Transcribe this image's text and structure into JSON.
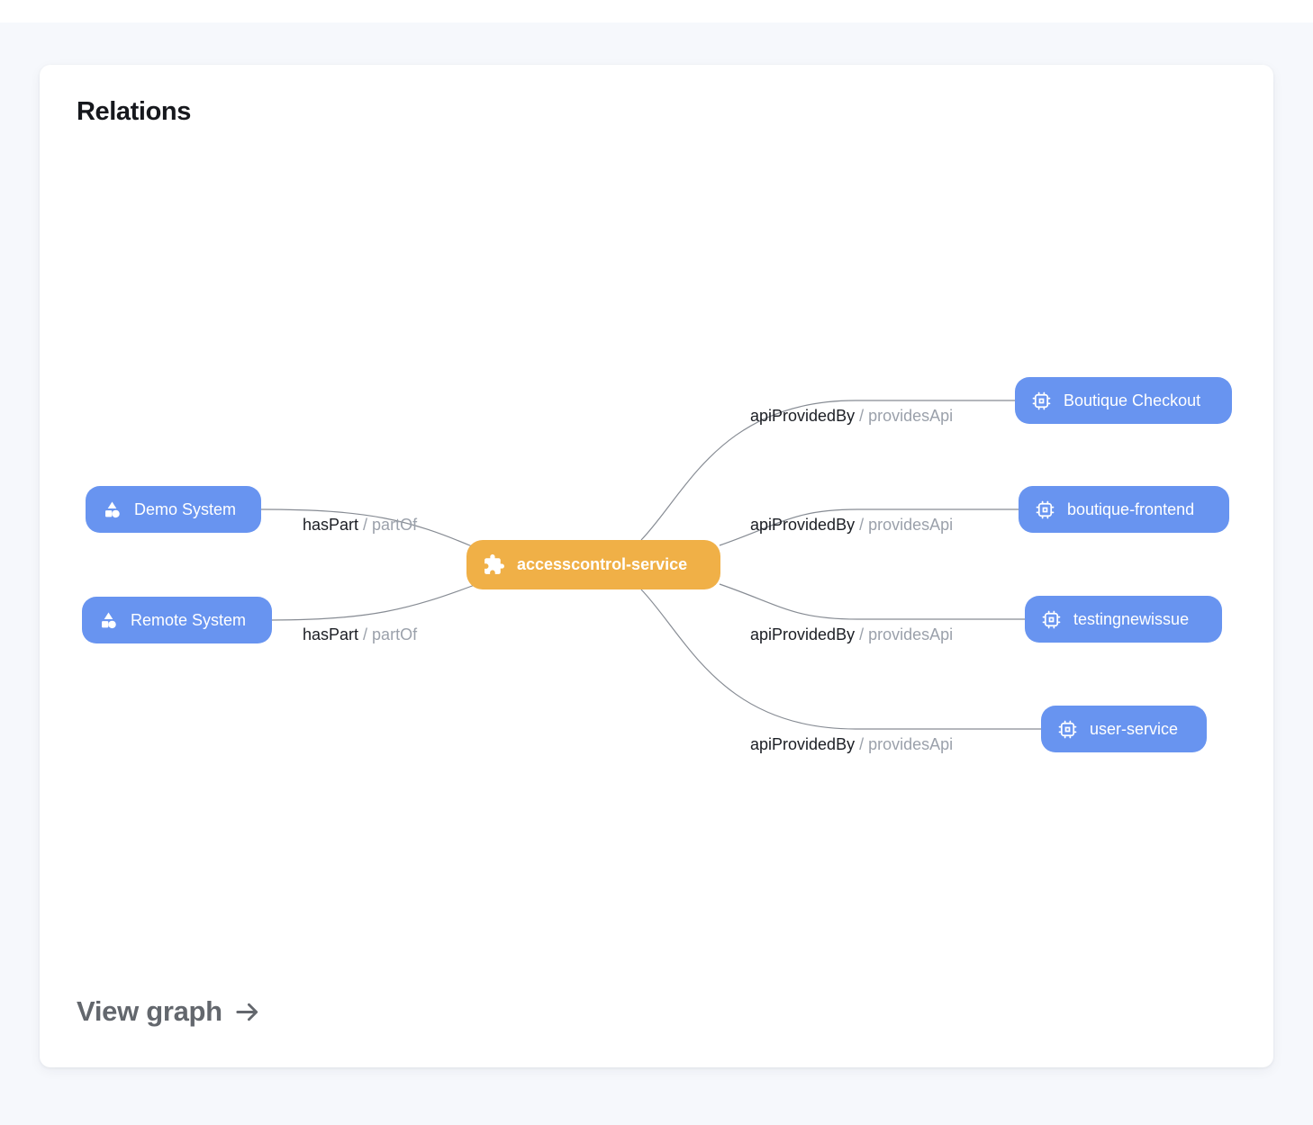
{
  "card": {
    "title": "Relations",
    "footer_link": {
      "label": "View graph",
      "icon": "arrow-right-icon"
    }
  },
  "colors": {
    "entity_blue": "#6894f0",
    "entity_orange": "#f0b047",
    "edge_stroke": "#878c94",
    "background": "#f6f8fc"
  },
  "graph": {
    "center_node": {
      "label": "accesscontrol-service",
      "icon": "puzzle-piece-icon",
      "color": "#f0b047"
    },
    "left_nodes": [
      {
        "label": "Demo System",
        "icon": "system-shapes-icon",
        "color": "#6894f0",
        "edge_label_primary": "hasPart",
        "edge_label_secondary": "/ partOf"
      },
      {
        "label": "Remote System",
        "icon": "system-shapes-icon",
        "color": "#6894f0",
        "edge_label_primary": "hasPart",
        "edge_label_secondary": "/ partOf"
      }
    ],
    "right_nodes": [
      {
        "label": "Boutique Checkout",
        "icon": "service-chip-icon",
        "color": "#6894f0",
        "edge_label_primary": "apiProvidedBy",
        "edge_label_secondary": "/ providesApi"
      },
      {
        "label": "boutique-frontend",
        "icon": "service-chip-icon",
        "color": "#6894f0",
        "edge_label_primary": "apiProvidedBy",
        "edge_label_secondary": "/ providesApi"
      },
      {
        "label": "testingnewissue",
        "icon": "service-chip-icon",
        "color": "#6894f0",
        "edge_label_primary": "apiProvidedBy",
        "edge_label_secondary": "/ providesApi"
      },
      {
        "label": "user-service",
        "icon": "service-chip-icon",
        "color": "#6894f0",
        "edge_label_primary": "apiProvidedBy",
        "edge_label_secondary": "/ providesApi"
      }
    ]
  }
}
